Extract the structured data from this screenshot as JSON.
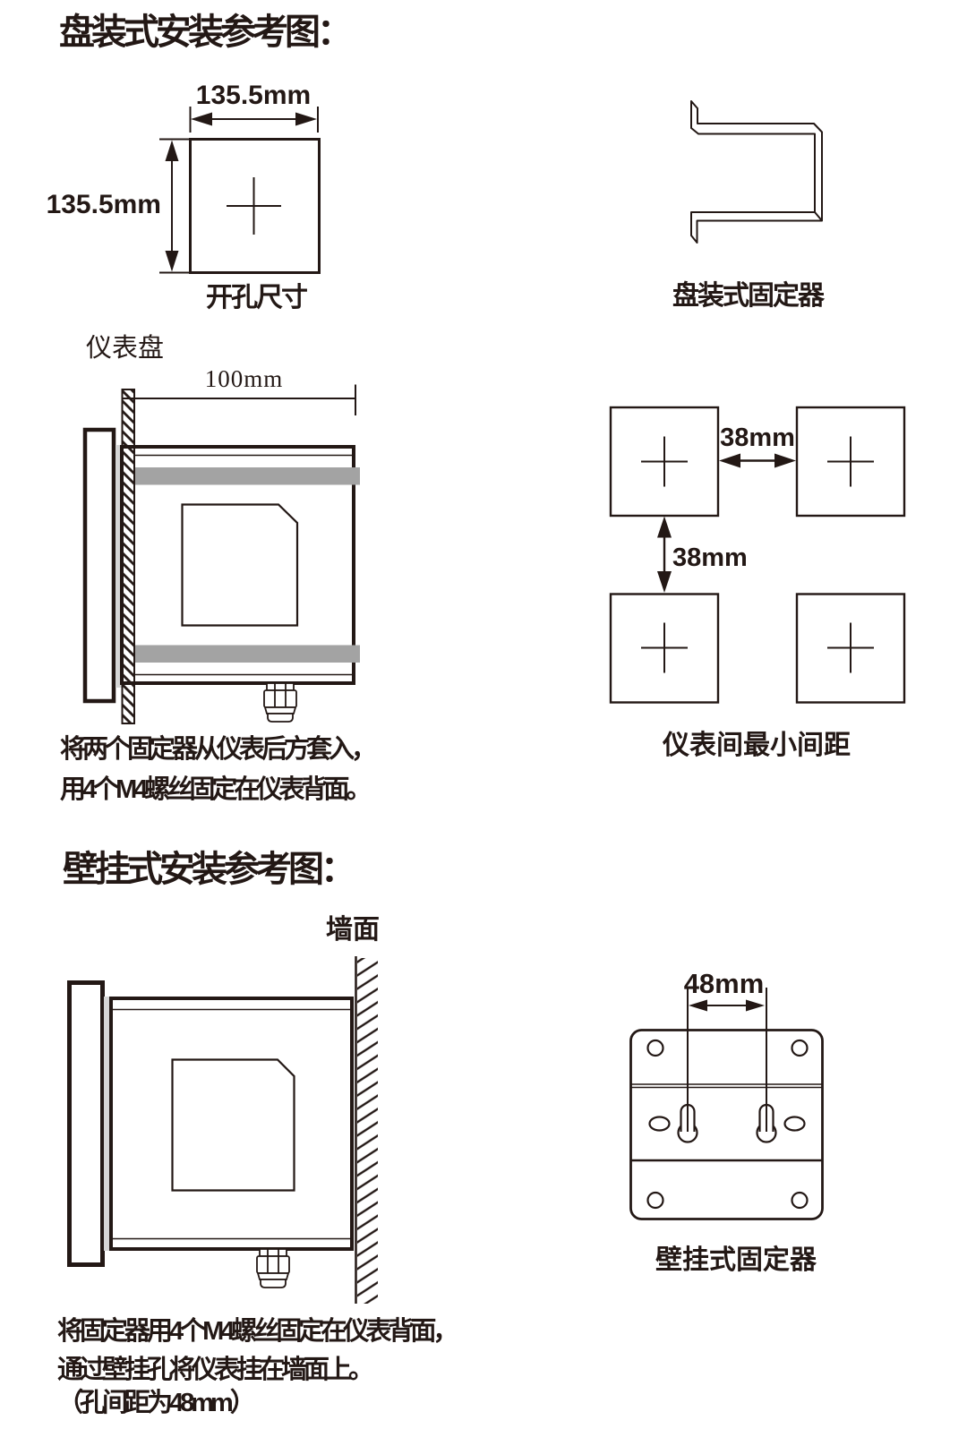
{
  "colors": {
    "ink": "#231815",
    "fixer_bar": "#a3a3a3",
    "gasket": "#d6d6d6",
    "background": "#ffffff"
  },
  "panel_mount": {
    "title": "盘装式安装参考图：",
    "cutout": {
      "width": "135.5mm",
      "height": "135.5mm",
      "caption": "开孔尺寸"
    },
    "bracket_caption": "盘装式固定器",
    "side_view": {
      "panel_label": "仪表盘",
      "depth": "100mm"
    },
    "spacing": {
      "horizontal": "38mm",
      "vertical": "38mm",
      "caption": "仪表间最小间距"
    },
    "notes": [
      "将两个固定器从仪表后方套入，",
      "用4个M4螺丝固定在仪表背面。"
    ]
  },
  "wall_mount": {
    "title": "壁挂式安装参考图：",
    "wall_label": "墙面",
    "plate": {
      "hole_spacing": "48mm",
      "caption": "壁挂式固定器"
    },
    "notes": [
      "将固定器用4个M4螺丝固定在仪表背面，",
      "通过壁挂孔将仪表挂在墙面上。",
      "（孔间距为48mm）"
    ]
  }
}
